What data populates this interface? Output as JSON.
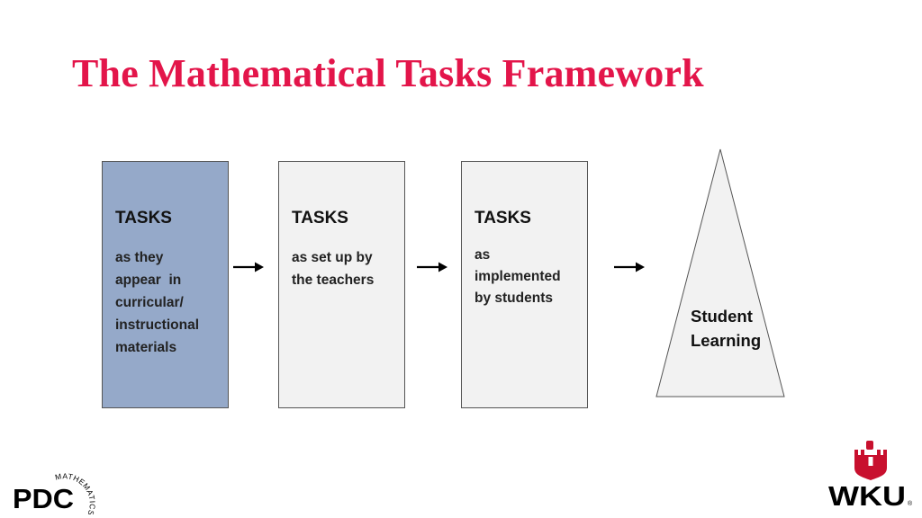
{
  "slide": {
    "title": "The Mathematical Tasks Framework"
  },
  "diagram": {
    "boxes": [
      {
        "heading": "TASKS",
        "lines": [
          "as they",
          "appear  in",
          "curricular/",
          "instructional",
          "materials"
        ]
      },
      {
        "heading": "TASKS",
        "lines": [
          "as set up by",
          "the teachers"
        ]
      },
      {
        "heading": "TASKS",
        "lines": [
          "as",
          "implemented",
          "by students"
        ]
      }
    ],
    "outcome": {
      "lines": [
        "Student",
        "Learning"
      ]
    }
  },
  "logos": {
    "pdc": {
      "main": "PDC",
      "arc": "MATHEMATICS"
    },
    "wku": {
      "text": "WKU",
      "mark": "®"
    }
  },
  "colors": {
    "title": "#e3154a",
    "box1_fill": "#95a9c9",
    "box_fill": "#f2f2f2",
    "wku_red": "#c8102e"
  }
}
